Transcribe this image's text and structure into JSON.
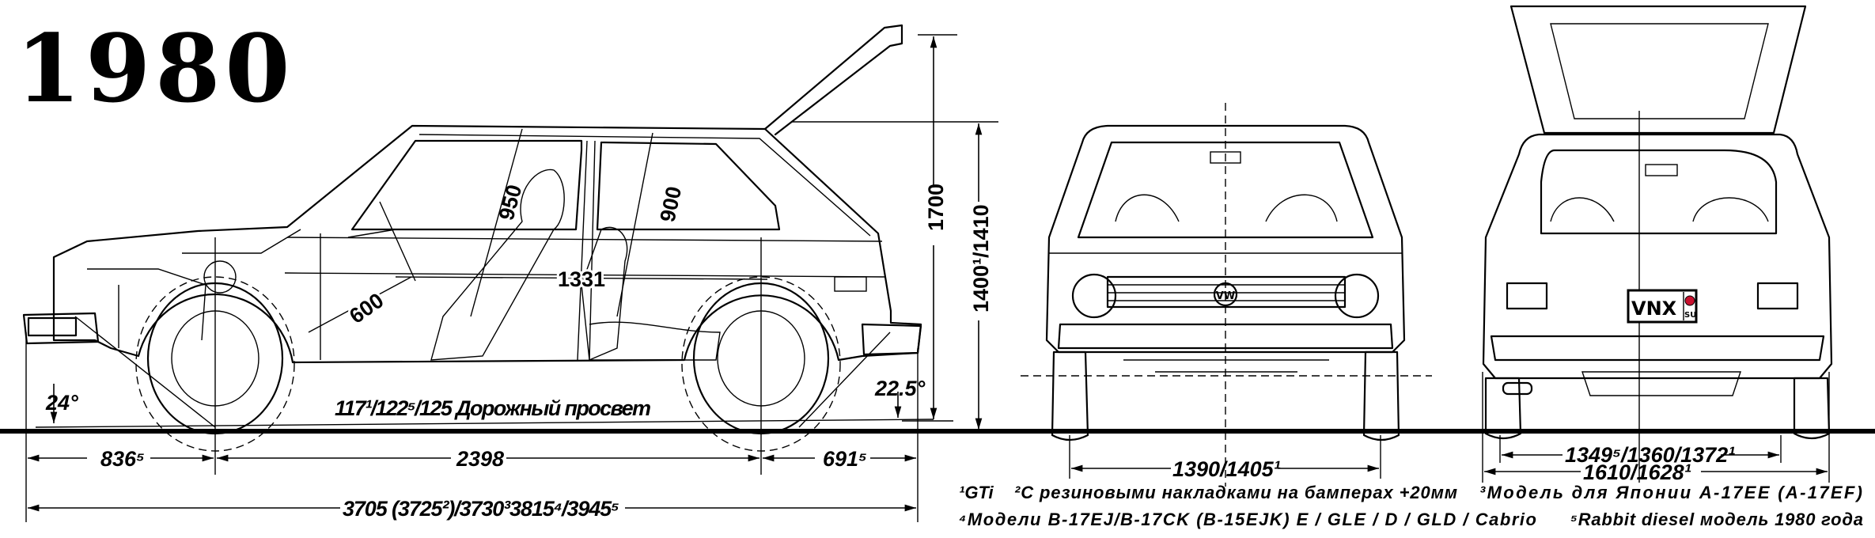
{
  "title": "1980",
  "side_view": {
    "front_overhang": "836⁵",
    "wheelbase": "2398",
    "rear_overhang": "691⁵",
    "overall_length": "3705 (3725²)/3730³3815⁴/3945⁵",
    "ground_clearance": "117¹/122⁵/125  Дорожный просвет",
    "approach_angle": "24°",
    "departure_angle": "22.5°",
    "height_hatch_open": "1700",
    "height": "1400¹/1410",
    "front_headroom": "950",
    "rear_headroom": "900",
    "interior_length": "1331",
    "front_legroom": "600"
  },
  "front_view": {
    "front_track": "1390/1405¹",
    "badge": "VW"
  },
  "rear_view": {
    "rear_track": "1349⁵/1360/1372¹",
    "width": "1610/1628¹",
    "plate_text": "VNX",
    "plate_region": "SU"
  },
  "footnotes": [
    "¹GTi",
    "²С резиновыми накладками на бамперах +20мм",
    "³Модель для Японии A-17EE (A-17EF)",
    "⁴Модели B-17EJ/B-17CK (B-15EJK) E / GLE / D / GLD / Cabrio",
    "⁵Rabbit diesel модель 1980 года"
  ]
}
